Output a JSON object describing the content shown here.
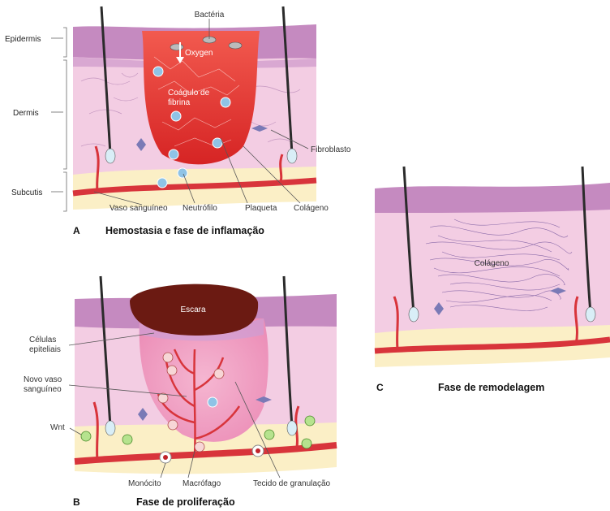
{
  "layers": {
    "epidermis": "Epidermis",
    "dermis": "Dermis",
    "subcutis": "Subcutis"
  },
  "panel_a": {
    "letter": "A",
    "title": "Hemostasia e fase de inflamação",
    "labels": {
      "bacteria": "Bactéria",
      "oxygen": "Oxygen",
      "clot_line1": "Coágulo de",
      "clot_line2": "fibrina",
      "fibroblast": "Fibroblasto",
      "vessel": "Vaso sanguíneo",
      "neutrophil": "Neutrófilo",
      "platelet": "Plaqueta",
      "collagen": "Colágeno"
    }
  },
  "panel_b": {
    "letter": "B",
    "title": "Fase de proliferação",
    "labels": {
      "scab": "Escara",
      "epithelial_line1": "Células",
      "epithelial_line2": "epiteliais",
      "new_vessel_line1": "Novo vaso",
      "new_vessel_line2": "sanguíneo",
      "wnt": "Wnt",
      "monocyte": "Monócito",
      "macrophage": "Macrófago",
      "granulation": "Tecido de granulação"
    }
  },
  "panel_c": {
    "letter": "C",
    "title": "Fase de remodelagem",
    "labels": {
      "collagen": "Colágeno"
    }
  },
  "colors": {
    "epidermis": "#c58ac0",
    "dermis": "#f3cde3",
    "subcutis": "#fbefc6",
    "vessel": "#d8343b",
    "clot": "#e8302f",
    "scab": "#6b1a12",
    "granulation": "#f0a3c3",
    "hair": "#2b2b2b"
  }
}
